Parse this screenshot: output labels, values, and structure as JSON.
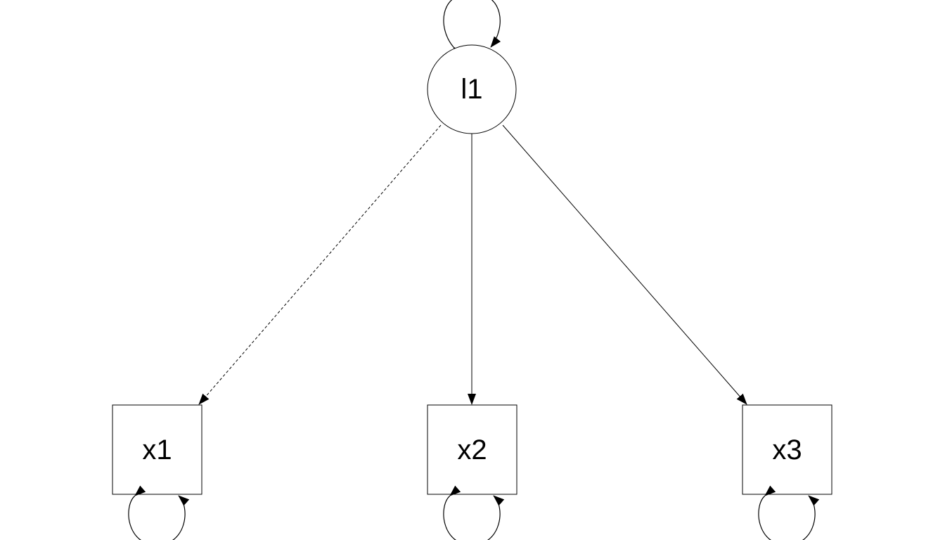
{
  "diagram": {
    "latent": {
      "label": "l1"
    },
    "indicators": [
      {
        "label": "x1"
      },
      {
        "label": "x2"
      },
      {
        "label": "x3"
      }
    ],
    "colors": {
      "background": "#ffffff",
      "stroke": "#000000"
    }
  }
}
